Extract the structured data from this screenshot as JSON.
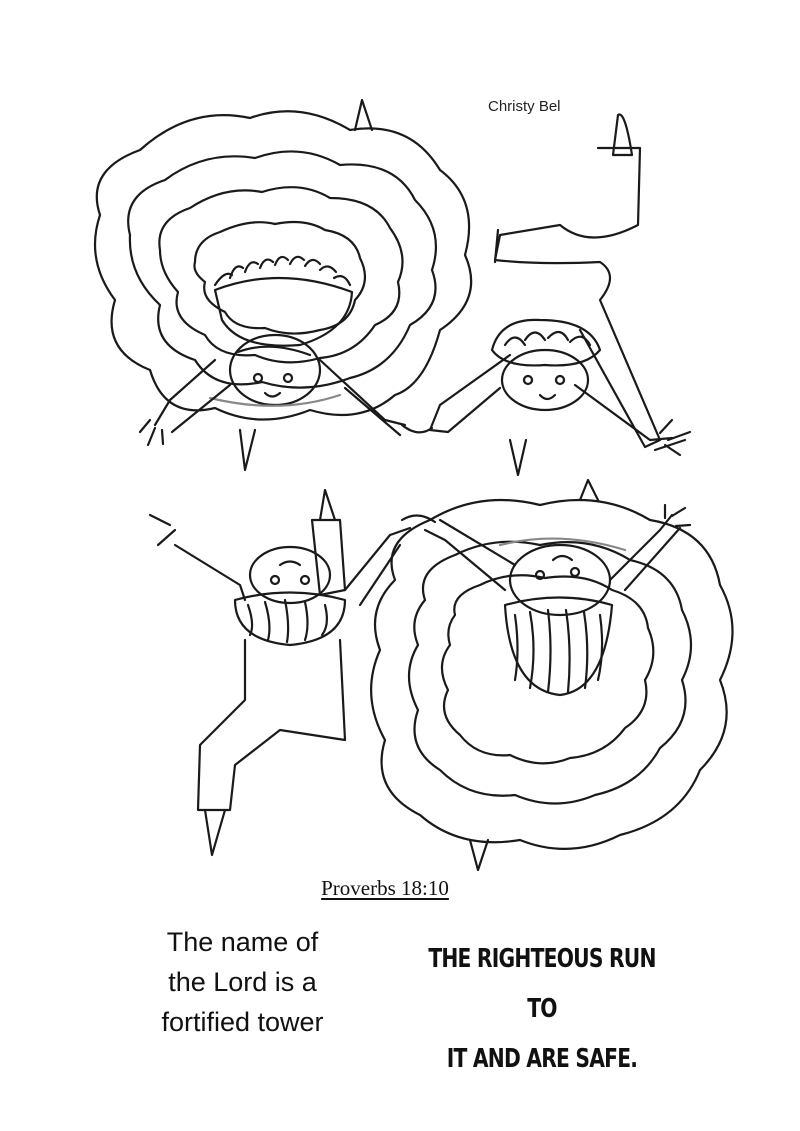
{
  "artist": "Christy Bel",
  "reference": "Proverbs 18:10",
  "verse_left": [
    "The name of",
    "the Lord is a",
    "fortified tower"
  ],
  "verse_right": [
    "THE RIGHTEOUS RUN TO",
    "IT AND ARE SAFE."
  ],
  "line_color": "#1a1a1a"
}
